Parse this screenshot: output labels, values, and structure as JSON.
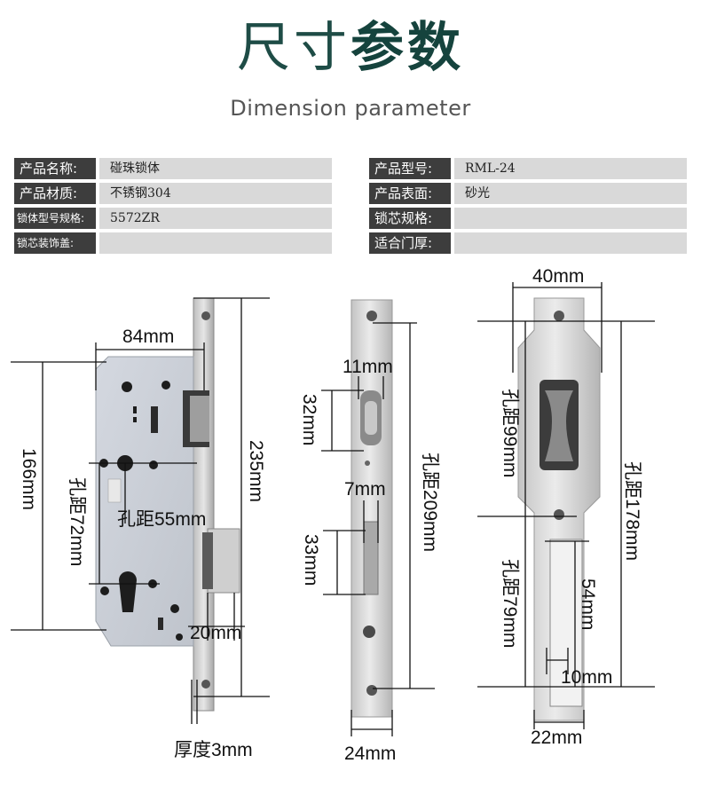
{
  "header": {
    "title_light": "尺寸",
    "title_bold": "参数",
    "subtitle": "Dimension parameter"
  },
  "specs": {
    "left": [
      {
        "label": "产品名称:",
        "value": "碰珠锁体"
      },
      {
        "label": "产品材质:",
        "value": "不锈钢304"
      },
      {
        "label": "锁体型号规格:",
        "value": "5572ZR"
      },
      {
        "label": "锁芯装饰盖:",
        "value": ""
      }
    ],
    "right": [
      {
        "label": "产品型号:",
        "value": "RML-24"
      },
      {
        "label": "产品表面:",
        "value": "砂光"
      },
      {
        "label": "锁芯规格:",
        "value": ""
      },
      {
        "label": "适合门厚:",
        "value": ""
      }
    ]
  },
  "dimensions": {
    "body_width": "84mm",
    "body_height": "166mm",
    "hole_distance_72": "孔距72mm",
    "hole_distance_55": "孔距55mm",
    "faceplate_length": "235mm",
    "deadbolt_20": "20mm",
    "thickness": "厚度3mm",
    "latch_width": "11mm",
    "latch_height": "32mm",
    "bolt_width": "7mm",
    "bolt_height": "33mm",
    "hole_distance_209": "孔距209mm",
    "faceplate_width": "24mm",
    "strike_width_top": "40mm",
    "hole_distance_99": "孔距99mm",
    "hole_distance_178": "孔距178mm",
    "hole_distance_79": "孔距79mm",
    "slot_length": "54mm",
    "slot_width": "10mm",
    "strike_width_bottom": "22mm"
  }
}
